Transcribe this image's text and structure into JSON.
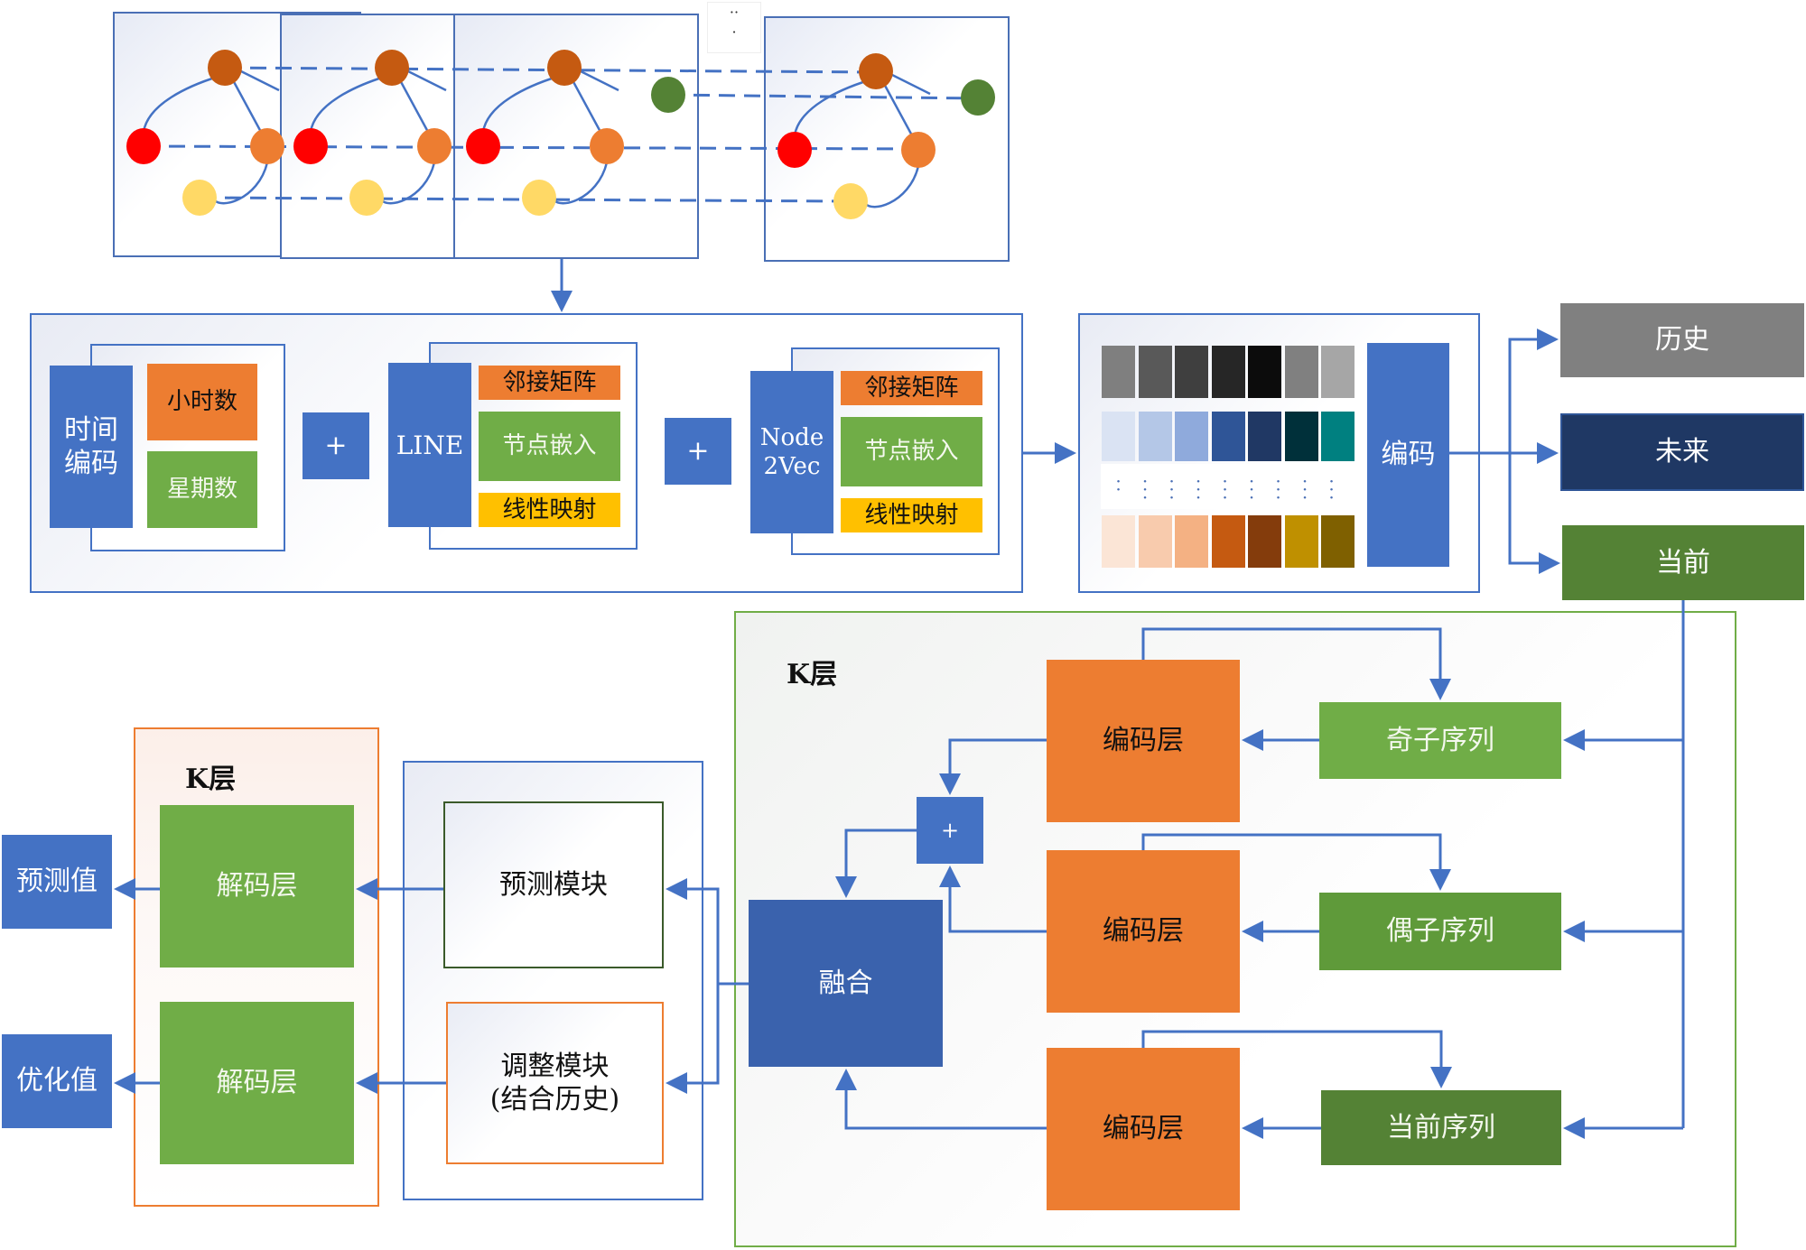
{
  "graph_snapshots": {
    "ellipsis": "··\n·",
    "node_colors": {
      "dark_orange": "#c55a11",
      "red": "#ff0000",
      "orange": "#ed7d31",
      "yellow": "#ffd966",
      "green": "#548235"
    }
  },
  "embedding_panel": {
    "time_encoding": {
      "title": "时间\n编码",
      "hour": "小时数",
      "weekday": "星期数"
    },
    "plus_1": "+",
    "line": {
      "title": "LINE",
      "adjacency": "邻接矩阵",
      "node_embedding": "节点嵌入",
      "linear_map": "线性映射"
    },
    "plus_2": "+",
    "node2vec": {
      "title": "Node\n2Vec",
      "adjacency": "邻接矩阵",
      "node_embedding": "节点嵌入",
      "linear_map": "线性映射"
    }
  },
  "encoding_panel": {
    "row1_colors": [
      "#7f7f7f",
      "#595959",
      "#3f3f3f",
      "#262626",
      "#0c0c0c",
      "#808080",
      "#a6a6a6"
    ],
    "row2_colors": [
      "#dae3f3",
      "#b4c7e7",
      "#8faadc",
      "#2f5597",
      "#203864",
      "#00303a",
      "#008080"
    ],
    "row4_colors": [
      "#fbe5d6",
      "#f8cbad",
      "#f4b183",
      "#c55a11",
      "#843c0c",
      "#bf9000",
      "#7f6000"
    ],
    "encode_label": "编码"
  },
  "outputs": {
    "history": {
      "label": "历史",
      "color": "#808080"
    },
    "future": {
      "label": "未来",
      "color": "#1f3864"
    },
    "current": {
      "label": "当前",
      "color": "#548235"
    }
  },
  "encoder_block": {
    "k_label": "K层",
    "encoder_layer": "编码层",
    "odd_seq": "奇子序列",
    "even_seq": "偶子序列",
    "current_seq": "当前序列",
    "plus": "+",
    "fusion": "融合"
  },
  "module_block": {
    "predict_module": "预测模块",
    "adjust_module": "调整模块\n(结合历史)"
  },
  "decoder_block": {
    "k_label": "K层",
    "decoder_layer_1": "解码层",
    "decoder_layer_2": "解码层",
    "predicted_value": "预测值",
    "optimized_value": "优化值"
  }
}
